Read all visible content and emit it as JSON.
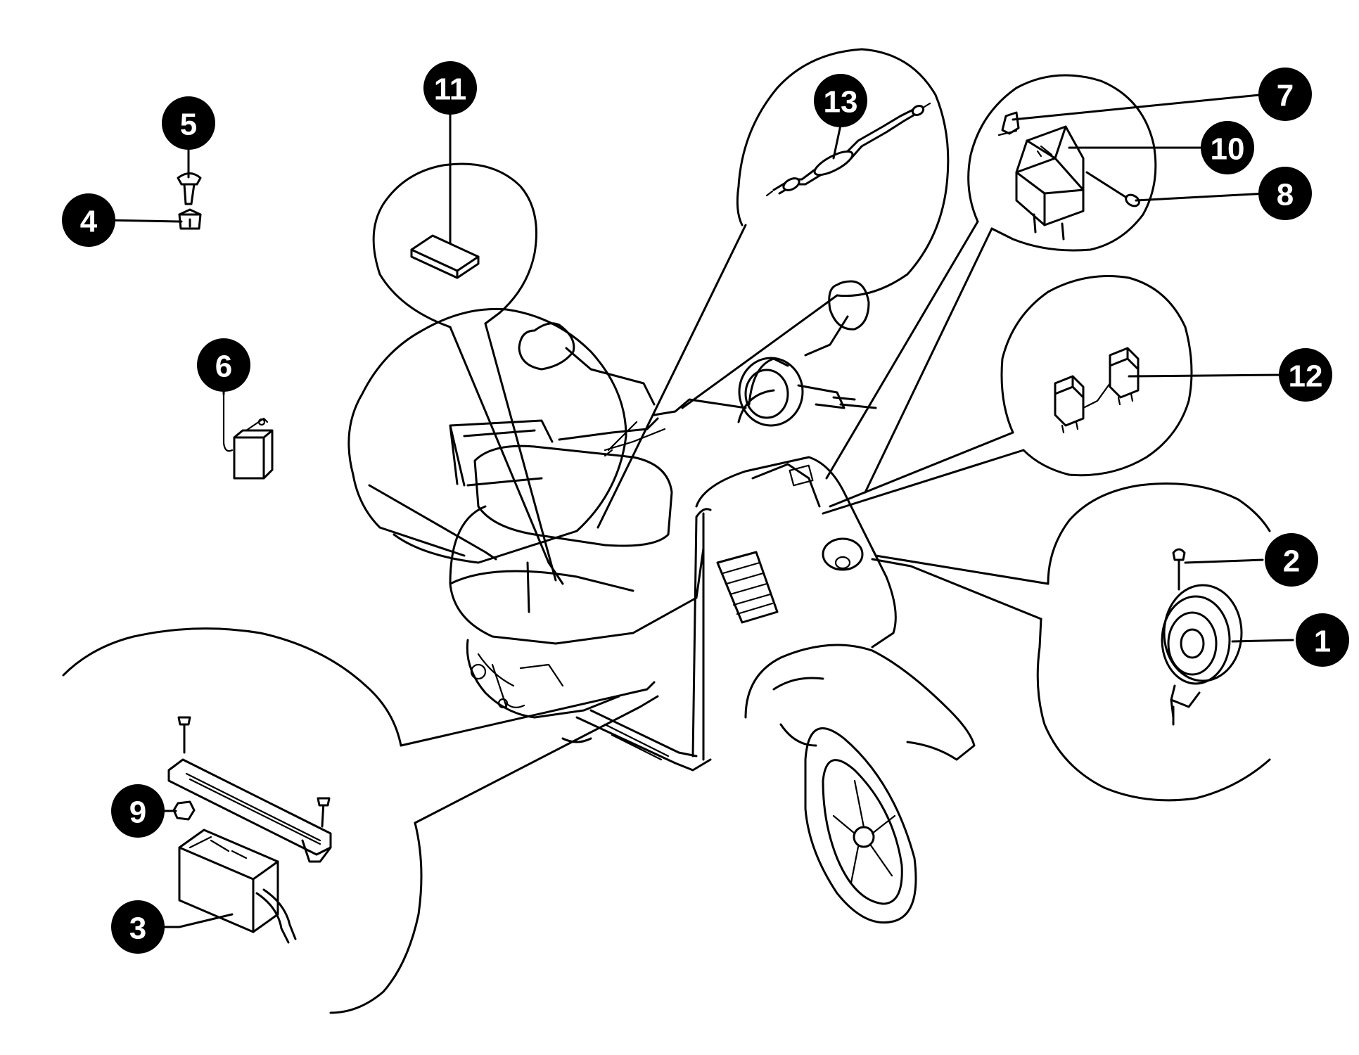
{
  "callouts": [
    {
      "id": "1",
      "label": "1"
    },
    {
      "id": "2",
      "label": "2"
    },
    {
      "id": "3",
      "label": "3"
    },
    {
      "id": "4",
      "label": "4"
    },
    {
      "id": "5",
      "label": "5"
    },
    {
      "id": "6",
      "label": "6"
    },
    {
      "id": "7",
      "label": "7"
    },
    {
      "id": "8",
      "label": "8"
    },
    {
      "id": "9",
      "label": "9"
    },
    {
      "id": "10",
      "label": "10"
    },
    {
      "id": "11",
      "label": "11"
    },
    {
      "id": "12",
      "label": "12"
    },
    {
      "id": "13",
      "label": "13"
    }
  ],
  "colors": {
    "ink": "#000000",
    "paper": "#ffffff",
    "badge_text": "#ffffff"
  }
}
